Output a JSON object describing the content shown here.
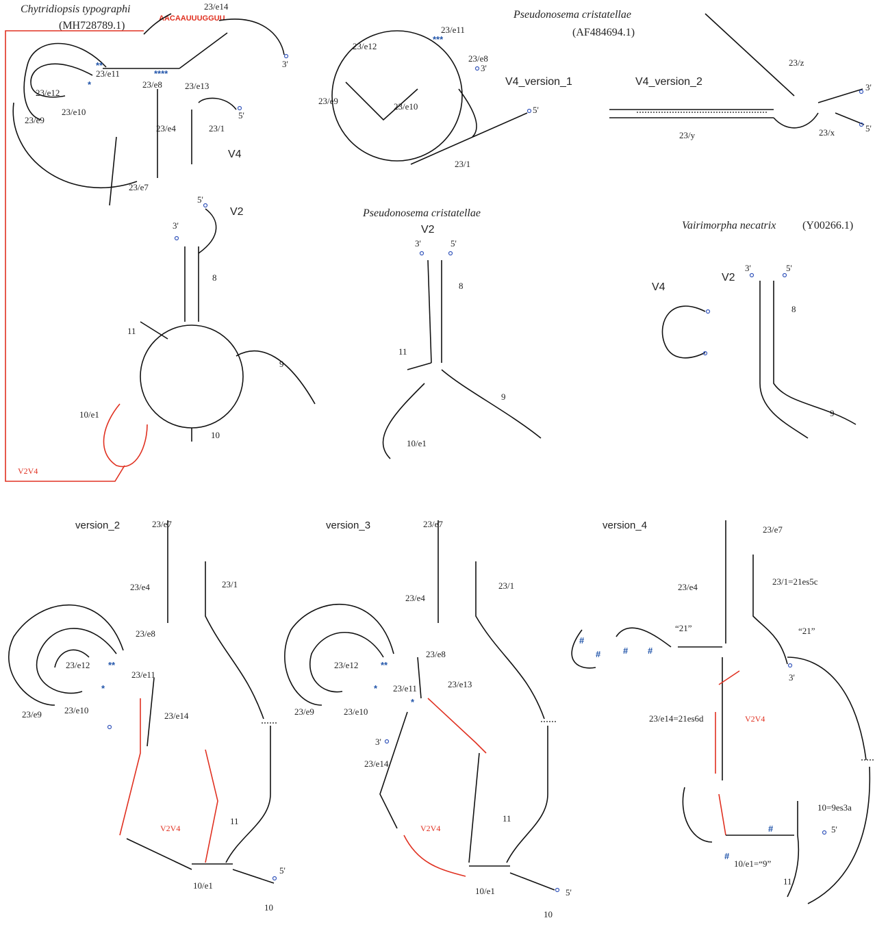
{
  "top_left": {
    "species": "Chytridiopsis typographi",
    "accession": "(MH728789.1)",
    "labels": [
      "23/e14",
      "23/e11",
      "23/e12",
      "23/e13",
      "23/e8",
      "23/e10",
      "23/e9",
      "23/e4",
      "23/1",
      "23/e7",
      "V4",
      "V2",
      "8",
      "9",
      "10",
      "11",
      "10/e1",
      "V2V4"
    ],
    "five_prime": "5'",
    "three_prime": "3'",
    "red_seq": "AACAAUUUGGUU"
  },
  "top_middle": {
    "species": "Pseudonosema cristatellae",
    "accession": "(AF484694.1)",
    "version_label": "V4_version_1",
    "labels": [
      "23/e11",
      "23/e12",
      "23/e8",
      "23/e9",
      "23/e10",
      "23/1"
    ],
    "five_prime": "5'",
    "three_prime": "3'"
  },
  "top_right": {
    "version_label": "V4_version_2",
    "labels": [
      "23/z",
      "23/y",
      "23/x"
    ],
    "five_prime": "5'",
    "three_prime": "3'"
  },
  "mid_middle": {
    "species": "Pseudonosema cristatellae",
    "v_label": "V2",
    "labels": [
      "8",
      "9",
      "11",
      "10/e1"
    ],
    "five_prime": "5'",
    "three_prime": "3'"
  },
  "mid_right": {
    "species": "Vairimorpha necatrix",
    "accession": "(Y00266.1)",
    "v4_label": "V4",
    "v2_label": "V2",
    "labels": [
      "8",
      "9"
    ],
    "five_prime": "5'",
    "three_prime": "3'"
  },
  "bottom": {
    "version_2": {
      "title": "version_2",
      "labels": [
        "23/e7",
        "23/e4",
        "23/1",
        "23/e8",
        "23/e12",
        "23/e11",
        "23/e9",
        "23/e10",
        "23/e14",
        "V2V4",
        "11",
        "10/e1",
        "10"
      ],
      "five_prime": "5'"
    },
    "version_3": {
      "title": "version_3",
      "labels": [
        "23/e7",
        "23/e4",
        "23/1",
        "23/e8",
        "23/e12",
        "23/e11",
        "23/e13",
        "23/e9",
        "23/e10",
        "23/e14",
        "V2V4",
        "11",
        "10/e1",
        "10"
      ],
      "five_prime": "5'",
      "three_prime": "3'"
    },
    "version_4": {
      "title": "version_4",
      "labels": [
        "23/e7",
        "23/e4",
        "23/1=21es5c",
        "“21”",
        "“21”",
        "23/e14=21es6d",
        "V2V4",
        "10=9es3a",
        "10/e1=“9”",
        "11"
      ],
      "five_prime": "5'",
      "three_prime": "3'"
    }
  },
  "colors": {
    "black": "#111111",
    "red": "#e03020",
    "blue": "#2255aa",
    "endpoint": "#3355bb"
  }
}
